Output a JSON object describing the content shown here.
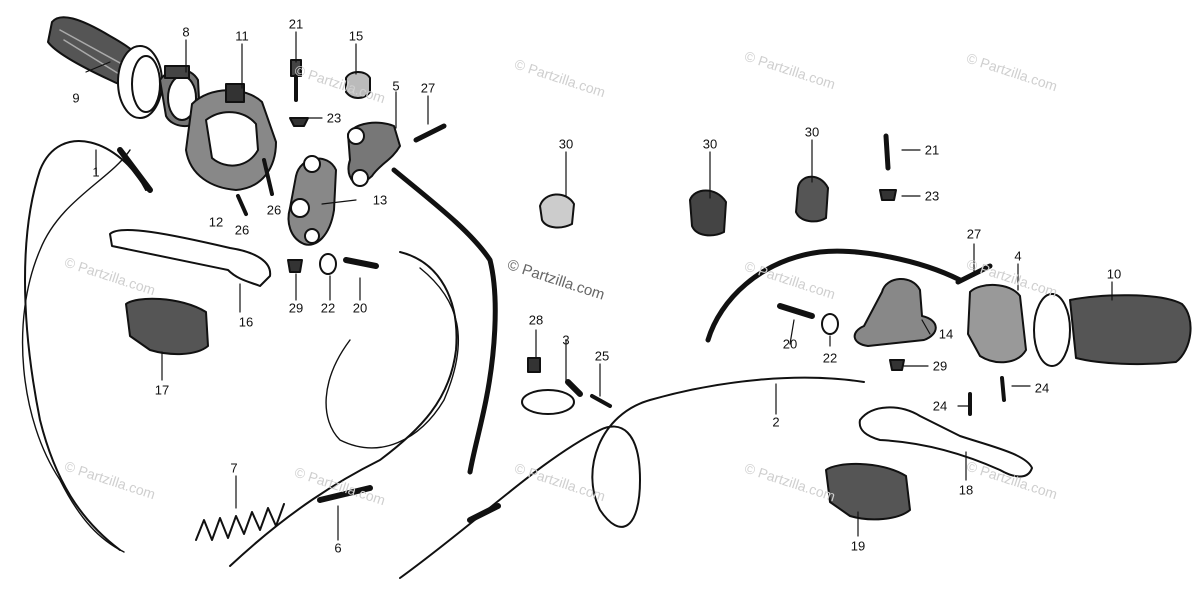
{
  "diagram": {
    "watermark_text": "© Partzilla.com",
    "colors": {
      "ink": "#111111",
      "watermark": "#cfcfcf"
    }
  },
  "callouts": [
    {
      "id": "c1",
      "text": "1"
    },
    {
      "id": "c2",
      "text": "2"
    },
    {
      "id": "c3",
      "text": "3"
    },
    {
      "id": "c4",
      "text": "4"
    },
    {
      "id": "c5",
      "text": "5"
    },
    {
      "id": "c6",
      "text": "6"
    },
    {
      "id": "c7",
      "text": "7"
    },
    {
      "id": "c8",
      "text": "8"
    },
    {
      "id": "c9",
      "text": "9"
    },
    {
      "id": "c10",
      "text": "10"
    },
    {
      "id": "c11",
      "text": "11"
    },
    {
      "id": "c12",
      "text": "12"
    },
    {
      "id": "c13",
      "text": "13"
    },
    {
      "id": "c14",
      "text": "14"
    },
    {
      "id": "c15",
      "text": "15"
    },
    {
      "id": "c16",
      "text": "16"
    },
    {
      "id": "c17",
      "text": "17"
    },
    {
      "id": "c18",
      "text": "18"
    },
    {
      "id": "c19",
      "text": "19"
    },
    {
      "id": "c20a",
      "text": "20"
    },
    {
      "id": "c20b",
      "text": "20"
    },
    {
      "id": "c21a",
      "text": "21"
    },
    {
      "id": "c21b",
      "text": "21"
    },
    {
      "id": "c22a",
      "text": "22"
    },
    {
      "id": "c22b",
      "text": "22"
    },
    {
      "id": "c23a",
      "text": "23"
    },
    {
      "id": "c23b",
      "text": "23"
    },
    {
      "id": "c24a",
      "text": "24"
    },
    {
      "id": "c24b",
      "text": "24"
    },
    {
      "id": "c25",
      "text": "25"
    },
    {
      "id": "c26a",
      "text": "26"
    },
    {
      "id": "c26b",
      "text": "26"
    },
    {
      "id": "c27a",
      "text": "27"
    },
    {
      "id": "c27b",
      "text": "27"
    },
    {
      "id": "c28",
      "text": "28"
    },
    {
      "id": "c29a",
      "text": "29"
    },
    {
      "id": "c29b",
      "text": "29"
    },
    {
      "id": "c30a",
      "text": "30"
    },
    {
      "id": "c30b",
      "text": "30"
    },
    {
      "id": "c30c",
      "text": "30"
    }
  ]
}
